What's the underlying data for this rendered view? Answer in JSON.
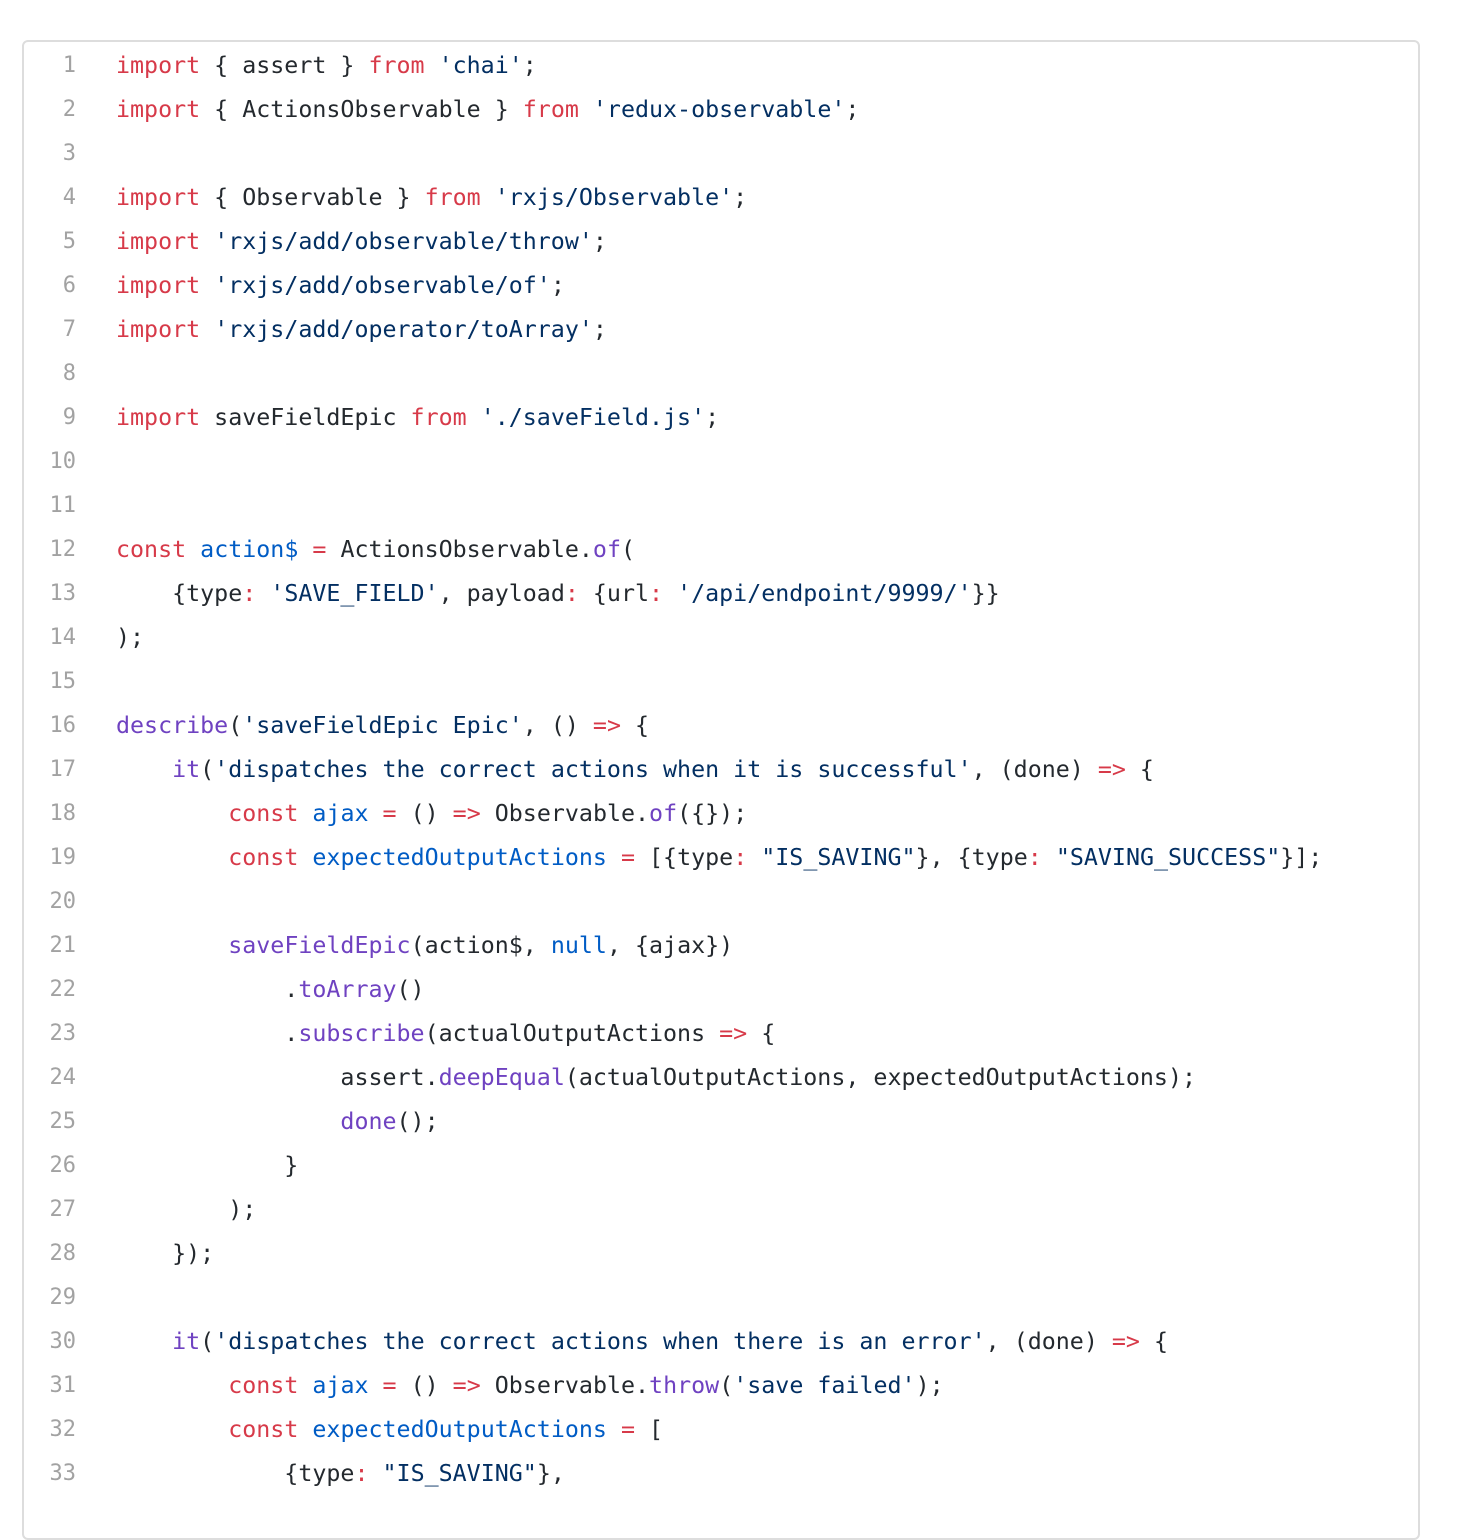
{
  "theme": {
    "keyword": "#d73a49",
    "string": "#032f62",
    "function": "#6f42c1",
    "constant": "#005cc5",
    "text": "#24292e",
    "line_number": "#a2a2a2",
    "border": "#dddddd"
  },
  "lines": [
    {
      "n": "1",
      "tokens": [
        {
          "t": "import",
          "c": "k"
        },
        {
          "t": " { assert } "
        },
        {
          "t": "from",
          "c": "k"
        },
        {
          "t": " "
        },
        {
          "t": "'chai'",
          "c": "s"
        },
        {
          "t": ";"
        }
      ]
    },
    {
      "n": "2",
      "tokens": [
        {
          "t": "import",
          "c": "k"
        },
        {
          "t": " { ActionsObservable } "
        },
        {
          "t": "from",
          "c": "k"
        },
        {
          "t": " "
        },
        {
          "t": "'redux-observable'",
          "c": "s"
        },
        {
          "t": ";"
        }
      ]
    },
    {
      "n": "3",
      "tokens": []
    },
    {
      "n": "4",
      "tokens": [
        {
          "t": "import",
          "c": "k"
        },
        {
          "t": " { Observable } "
        },
        {
          "t": "from",
          "c": "k"
        },
        {
          "t": " "
        },
        {
          "t": "'rxjs/Observable'",
          "c": "s"
        },
        {
          "t": ";"
        }
      ]
    },
    {
      "n": "5",
      "tokens": [
        {
          "t": "import",
          "c": "k"
        },
        {
          "t": " "
        },
        {
          "t": "'rxjs/add/observable/throw'",
          "c": "s"
        },
        {
          "t": ";"
        }
      ]
    },
    {
      "n": "6",
      "tokens": [
        {
          "t": "import",
          "c": "k"
        },
        {
          "t": " "
        },
        {
          "t": "'rxjs/add/observable/of'",
          "c": "s"
        },
        {
          "t": ";"
        }
      ]
    },
    {
      "n": "7",
      "tokens": [
        {
          "t": "import",
          "c": "k"
        },
        {
          "t": " "
        },
        {
          "t": "'rxjs/add/operator/toArray'",
          "c": "s"
        },
        {
          "t": ";"
        }
      ]
    },
    {
      "n": "8",
      "tokens": []
    },
    {
      "n": "9",
      "tokens": [
        {
          "t": "import",
          "c": "k"
        },
        {
          "t": " saveFieldEpic "
        },
        {
          "t": "from",
          "c": "k"
        },
        {
          "t": " "
        },
        {
          "t": "'./saveField.js'",
          "c": "s"
        },
        {
          "t": ";"
        }
      ]
    },
    {
      "n": "10",
      "tokens": []
    },
    {
      "n": "11",
      "tokens": []
    },
    {
      "n": "12",
      "tokens": [
        {
          "t": "const",
          "c": "k"
        },
        {
          "t": " "
        },
        {
          "t": "action$",
          "c": "c"
        },
        {
          "t": " "
        },
        {
          "t": "=",
          "c": "k"
        },
        {
          "t": " ActionsObservable."
        },
        {
          "t": "of",
          "c": "f"
        },
        {
          "t": "("
        }
      ]
    },
    {
      "n": "13",
      "tokens": [
        {
          "t": "    {type"
        },
        {
          "t": ":",
          "c": "k"
        },
        {
          "t": " "
        },
        {
          "t": "'SAVE_FIELD'",
          "c": "s"
        },
        {
          "t": ", payload"
        },
        {
          "t": ":",
          "c": "k"
        },
        {
          "t": " {url"
        },
        {
          "t": ":",
          "c": "k"
        },
        {
          "t": " "
        },
        {
          "t": "'/api/endpoint/9999/'",
          "c": "s"
        },
        {
          "t": "}}"
        }
      ]
    },
    {
      "n": "14",
      "tokens": [
        {
          "t": ");"
        }
      ]
    },
    {
      "n": "15",
      "tokens": []
    },
    {
      "n": "16",
      "tokens": [
        {
          "t": "describe",
          "c": "f"
        },
        {
          "t": "("
        },
        {
          "t": "'saveFieldEpic Epic'",
          "c": "s"
        },
        {
          "t": ", () "
        },
        {
          "t": "=>",
          "c": "k"
        },
        {
          "t": " {"
        }
      ]
    },
    {
      "n": "17",
      "tokens": [
        {
          "t": "    "
        },
        {
          "t": "it",
          "c": "f"
        },
        {
          "t": "("
        },
        {
          "t": "'dispatches the correct actions when it is successful'",
          "c": "s"
        },
        {
          "t": ", (done) "
        },
        {
          "t": "=>",
          "c": "k"
        },
        {
          "t": " {"
        }
      ]
    },
    {
      "n": "18",
      "tokens": [
        {
          "t": "        "
        },
        {
          "t": "const",
          "c": "k"
        },
        {
          "t": " "
        },
        {
          "t": "ajax",
          "c": "c"
        },
        {
          "t": " "
        },
        {
          "t": "=",
          "c": "k"
        },
        {
          "t": " () "
        },
        {
          "t": "=>",
          "c": "k"
        },
        {
          "t": " Observable."
        },
        {
          "t": "of",
          "c": "f"
        },
        {
          "t": "({});"
        }
      ]
    },
    {
      "n": "19",
      "tokens": [
        {
          "t": "        "
        },
        {
          "t": "const",
          "c": "k"
        },
        {
          "t": " "
        },
        {
          "t": "expectedOutputActions",
          "c": "c"
        },
        {
          "t": " "
        },
        {
          "t": "=",
          "c": "k"
        },
        {
          "t": " [{type"
        },
        {
          "t": ":",
          "c": "k"
        },
        {
          "t": " "
        },
        {
          "t": "\"IS_SAVING\"",
          "c": "s"
        },
        {
          "t": "}, {type"
        },
        {
          "t": ":",
          "c": "k"
        },
        {
          "t": " "
        },
        {
          "t": "\"SAVING_SUCCESS\"",
          "c": "s"
        },
        {
          "t": "}];"
        }
      ]
    },
    {
      "n": "20",
      "tokens": []
    },
    {
      "n": "21",
      "tokens": [
        {
          "t": "        "
        },
        {
          "t": "saveFieldEpic",
          "c": "f"
        },
        {
          "t": "(action$, "
        },
        {
          "t": "null",
          "c": "c"
        },
        {
          "t": ", {ajax})"
        }
      ]
    },
    {
      "n": "22",
      "tokens": [
        {
          "t": "            ."
        },
        {
          "t": "toArray",
          "c": "f"
        },
        {
          "t": "()"
        }
      ]
    },
    {
      "n": "23",
      "tokens": [
        {
          "t": "            ."
        },
        {
          "t": "subscribe",
          "c": "f"
        },
        {
          "t": "(actualOutputActions "
        },
        {
          "t": "=>",
          "c": "k"
        },
        {
          "t": " {"
        }
      ]
    },
    {
      "n": "24",
      "tokens": [
        {
          "t": "                assert."
        },
        {
          "t": "deepEqual",
          "c": "f"
        },
        {
          "t": "(actualOutputActions, expectedOutputActions);"
        }
      ]
    },
    {
      "n": "25",
      "tokens": [
        {
          "t": "                "
        },
        {
          "t": "done",
          "c": "f"
        },
        {
          "t": "();"
        }
      ]
    },
    {
      "n": "26",
      "tokens": [
        {
          "t": "            }"
        }
      ]
    },
    {
      "n": "27",
      "tokens": [
        {
          "t": "        );"
        }
      ]
    },
    {
      "n": "28",
      "tokens": [
        {
          "t": "    });"
        }
      ]
    },
    {
      "n": "29",
      "tokens": []
    },
    {
      "n": "30",
      "tokens": [
        {
          "t": "    "
        },
        {
          "t": "it",
          "c": "f"
        },
        {
          "t": "("
        },
        {
          "t": "'dispatches the correct actions when there is an error'",
          "c": "s"
        },
        {
          "t": ", (done) "
        },
        {
          "t": "=>",
          "c": "k"
        },
        {
          "t": " {"
        }
      ]
    },
    {
      "n": "31",
      "tokens": [
        {
          "t": "        "
        },
        {
          "t": "const",
          "c": "k"
        },
        {
          "t": " "
        },
        {
          "t": "ajax",
          "c": "c"
        },
        {
          "t": " "
        },
        {
          "t": "=",
          "c": "k"
        },
        {
          "t": " () "
        },
        {
          "t": "=>",
          "c": "k"
        },
        {
          "t": " Observable."
        },
        {
          "t": "throw",
          "c": "f"
        },
        {
          "t": "("
        },
        {
          "t": "'save failed'",
          "c": "s"
        },
        {
          "t": ");"
        }
      ]
    },
    {
      "n": "32",
      "tokens": [
        {
          "t": "        "
        },
        {
          "t": "const",
          "c": "k"
        },
        {
          "t": " "
        },
        {
          "t": "expectedOutputActions",
          "c": "c"
        },
        {
          "t": " "
        },
        {
          "t": "=",
          "c": "k"
        },
        {
          "t": " ["
        }
      ]
    },
    {
      "n": "33",
      "tokens": [
        {
          "t": "            {type"
        },
        {
          "t": ":",
          "c": "k"
        },
        {
          "t": " "
        },
        {
          "t": "\"IS_SAVING\"",
          "c": "s"
        },
        {
          "t": "},"
        }
      ]
    }
  ]
}
